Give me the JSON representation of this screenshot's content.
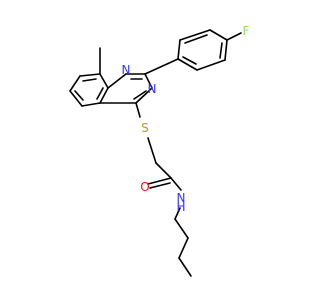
{
  "colors": {
    "bond": "#000000",
    "carbon": "#000000",
    "nitrogen": "#3333ff",
    "oxygen": "#ff0d0d",
    "sulfur": "#b8a100",
    "fluorine": "#90e050",
    "background": "#ffffff"
  },
  "atoms": [
    {
      "id": "N1",
      "label": "N",
      "element": "nitrogen"
    },
    {
      "id": "N3",
      "label": "N",
      "element": "nitrogen"
    },
    {
      "id": "F",
      "label": "F",
      "element": "fluorine"
    },
    {
      "id": "S",
      "label": "S",
      "element": "sulfur"
    },
    {
      "id": "O",
      "label": "O",
      "element": "oxygen"
    },
    {
      "id": "NH",
      "label": "N",
      "element": "nitrogen"
    },
    {
      "id": "H",
      "label": "H",
      "element": "nitrogen"
    }
  ]
}
